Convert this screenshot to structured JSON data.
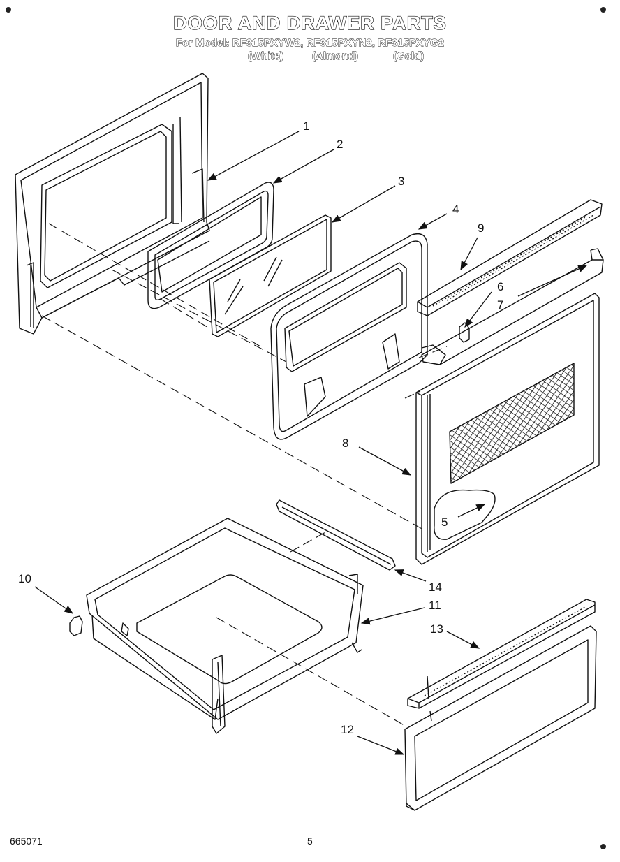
{
  "header": {
    "title": "DOOR AND DRAWER PARTS",
    "model_line": "For Model: RF315PXYW2, RF315PXYN2, RF315PXYG2",
    "variants": [
      "(White)",
      "(Almond)",
      "(Gold)"
    ]
  },
  "callouts": [
    "1",
    "2",
    "3",
    "4",
    "5",
    "6",
    "7",
    "8",
    "9",
    "10",
    "11",
    "12",
    "13",
    "14"
  ],
  "footer": {
    "doc_number": "665071",
    "page_number": "5"
  }
}
